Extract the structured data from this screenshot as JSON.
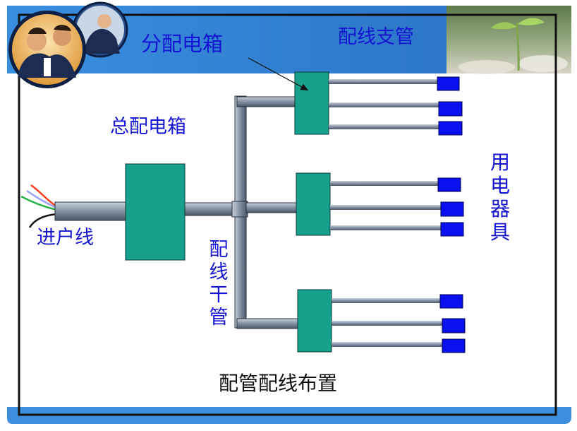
{
  "colors": {
    "header_blue": "#2f7fd0",
    "frame": "#111111",
    "box_teal": "#17a08c",
    "device_blue": "#0a10f0",
    "label_blue": "#1414d2",
    "pipe_gray": "#7f8c9c"
  },
  "header": {
    "title_distribution_box": "分配电箱",
    "title_branch_pipe": "配线支管"
  },
  "labels": {
    "main_box": "总配电箱",
    "incoming_line": "进户线",
    "trunk_pipe": "配线干管",
    "appliances": "用电器具",
    "caption": "配管配线布置"
  },
  "icons": [
    "business-people-photo-icon",
    "seedling-photo-icon"
  ]
}
